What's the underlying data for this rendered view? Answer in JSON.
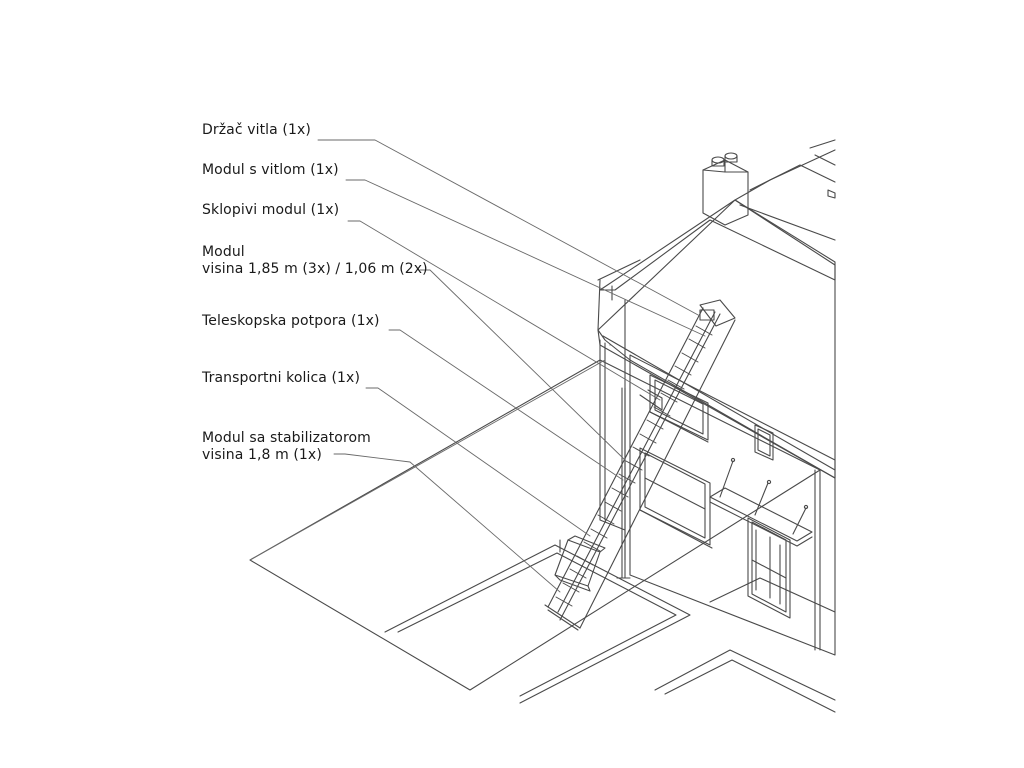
{
  "diagram": {
    "labels": [
      {
        "id": "drzac-vitla",
        "lines": [
          "Držač vitla (1x)"
        ]
      },
      {
        "id": "modul-s-vitlom",
        "lines": [
          "Modul s vitlom (1x)"
        ]
      },
      {
        "id": "sklopivi-modul",
        "lines": [
          "Sklopivi modul (1x)"
        ]
      },
      {
        "id": "modul-visina",
        "lines": [
          "Modul",
          "visina 1,85 m (3x) / 1,06 m (2x)"
        ]
      },
      {
        "id": "teleskopska-potpora",
        "lines": [
          "Teleskopska potpora (1x)"
        ]
      },
      {
        "id": "transportni-kolica",
        "lines": [
          "Transportni kolica (1x)"
        ]
      },
      {
        "id": "modul-sa-stabilizatorom",
        "lines": [
          "Modul sa stabilizatorom",
          "visina 1,8 m (1x)"
        ]
      }
    ]
  },
  "colors": {
    "line": "#555555",
    "text": "#1a1a1a",
    "background": "#ffffff"
  }
}
